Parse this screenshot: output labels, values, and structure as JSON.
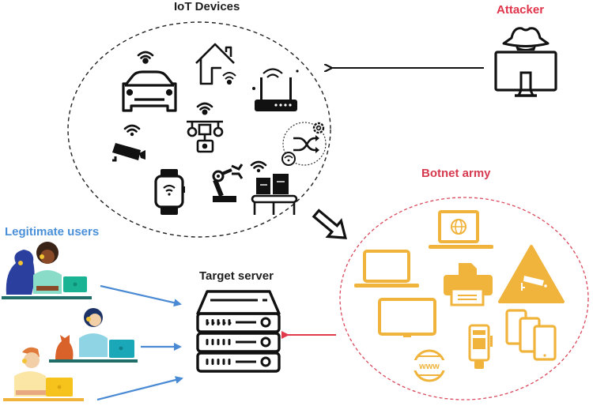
{
  "labels": {
    "iot_devices": "IoT Devices",
    "attacker": "Attacker",
    "botnet_army": "Botnet army",
    "legitimate_users": "Legitimate users",
    "target_server": "Target server"
  },
  "colors": {
    "iot_icon": "#111111",
    "botnet_icon": "#f0b43c",
    "botnet_border": "#d9495c",
    "attacker_text": "#e0344a",
    "users_text": "#4a90d9",
    "user_arrow": "#4a8ad4",
    "botnet_arrow": "#e03a4c",
    "attacker_arrow": "#111111"
  },
  "iot_devices": [
    "car",
    "smart-home",
    "wifi-router",
    "drone",
    "security-camera",
    "smart-watch",
    "robotic-arm",
    "conveyor-belt",
    "automation-hub"
  ],
  "botnet_devices": [
    "laptop-globe",
    "laptop",
    "printer",
    "cctv-warning",
    "tablet",
    "card-reader",
    "mobile-devices",
    "www-globe"
  ],
  "users": [
    {
      "name": "user-with-dog",
      "laptop_color": "#1ab394"
    },
    {
      "name": "user-with-cat",
      "laptop_color": "#1aa8b8"
    },
    {
      "name": "user-yellow",
      "laptop_color": "#f6c21c"
    }
  ]
}
